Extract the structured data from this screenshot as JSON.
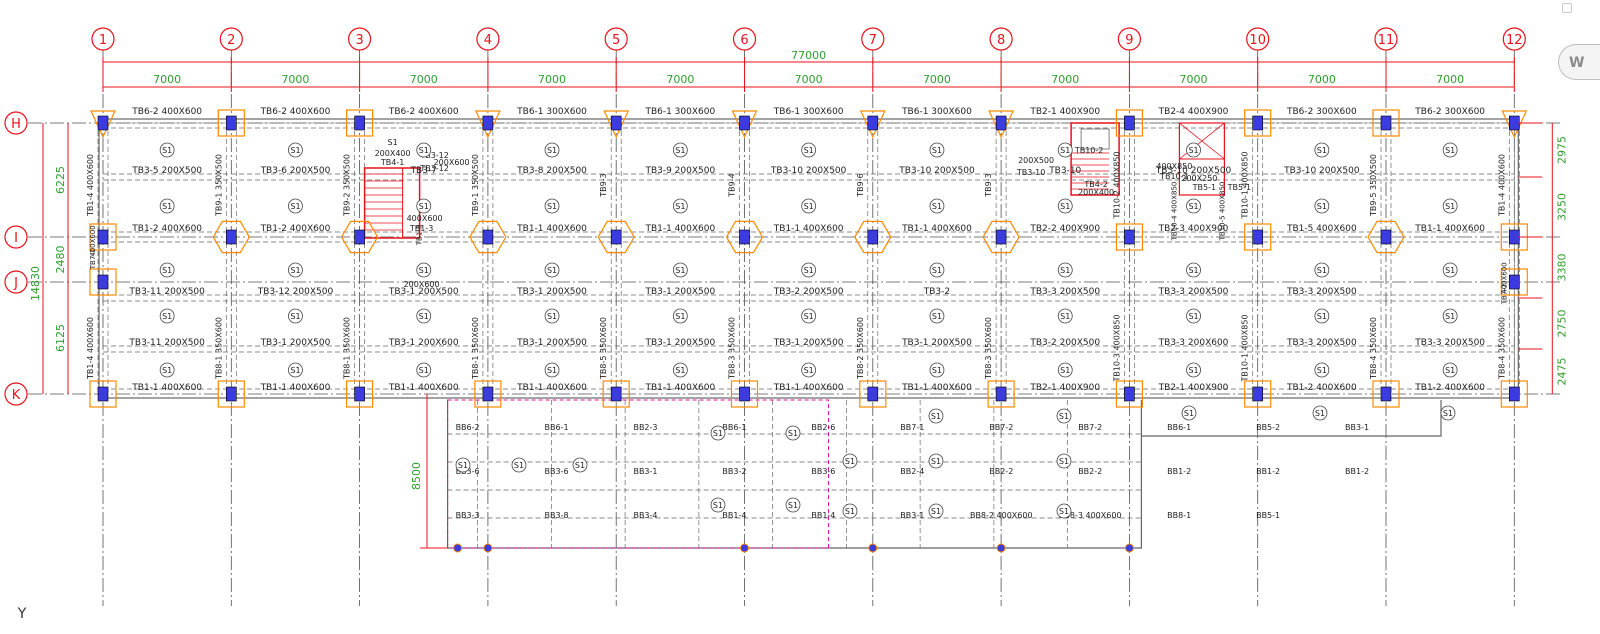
{
  "colors": {
    "background": "#ffffff",
    "grid_bubble": "#e8121b",
    "grid_line": "#505050",
    "dimension_line": "#e8121b",
    "dimension_text": "#2e9e2e",
    "beam_line": "#666666",
    "label_text": "#222222",
    "column_fill": "#3b3be0",
    "column_cap": "#ff8a00",
    "stair": "#e8121b",
    "opening_dashed": "#e0129a"
  },
  "axes": {
    "columns": [
      "1",
      "2",
      "3",
      "4",
      "5",
      "6",
      "7",
      "8",
      "9",
      "10",
      "11",
      "12"
    ],
    "rows": [
      "H",
      "I",
      "J",
      "K"
    ]
  },
  "dimensions": {
    "total_top": "77000",
    "bays_top": [
      "7000",
      "7000",
      "7000",
      "7000",
      "7000",
      "7000",
      "7000",
      "7000",
      "7000",
      "7000",
      "7000"
    ],
    "left_outer": "14830",
    "left_inner": [
      "6225",
      "2480",
      "6125"
    ],
    "right_segments": [
      "2975",
      "3250",
      "3380",
      "2750",
      "2475"
    ],
    "bottom_left": "8500"
  },
  "row_H_labels": [
    "TB6-2 400X600",
    "TB6-2 400X600",
    "TB6-2 400X600",
    "TB6-1 300X600",
    "TB6-1 300X600",
    "TB6-1 300X600",
    "TB6-1 300X600",
    "TB2-1 400X900",
    "TB2-4 400X900",
    "TB6-2 300X600",
    "TB6-2 300X600"
  ],
  "row_I_labels": [
    "TB1-2 400X600",
    "TB1-2 400X600",
    "TB1-1 400X600",
    "TB1-1 400X600",
    "TB1-1 400X600",
    "TB1-1 400X600",
    "TB2-2 400X900",
    "TB2-3 400X900",
    "TB1-5 400X600",
    "TB1-1 400X600"
  ],
  "row_K_labels": [
    "TB1-1 400X600",
    "TB1-1 400X600",
    "TB1-1 400X600",
    "TB1-1 400X600",
    "TB1-1 400X600",
    "TB1-1 400X600",
    "TB1-1 400X600",
    "TB2-1 400X900",
    "TB2-1 400X900",
    "TB1-2 400X600",
    "TB1-2 400X600"
  ],
  "secondary_HI_labels": [
    "TB3-5 200X500",
    "TB3-6 200X500",
    "TB3-7",
    "TB3-8 200X500",
    "TB3-9 200X500",
    "TB3-10 200X500",
    "TB3-10 200X500",
    "TB3-10",
    "TB3-10 200X500",
    "TB3-10 200X500"
  ],
  "secondary_JK_upper_labels": [
    "TB3-11 200X500",
    "TB3-12 200X500",
    "TB3-1 200X500",
    "TB3-1 200X500",
    "TB3-1 200X500",
    "TB3-2 200X500",
    "TB3-2",
    "TB3-3 200X500",
    "TB3-3 200X500",
    "TB3-3 200X500"
  ],
  "secondary_JK_lower_labels": [
    "TB3-11 200X500",
    "TB3-1 200X500",
    "TB3-1 200X600",
    "TB3-1 200X500",
    "TB3-1 200X500",
    "TB3-1 200X500",
    "TB3-1 200X500",
    "TB3-2 200X500",
    "TB3-3 200X600",
    "TB3-3 200X500",
    "TB3-3 200X500"
  ],
  "vertical_beam_labels": [
    "TB1-4 400X600",
    "TB9-1 350X500",
    "TB9-2 350X500",
    "TB9-1 350X500",
    "TB9-3",
    "TB9-4",
    "TB9-6",
    "TB9-3",
    "TB10-2 400X850",
    "TB10-1 400X850",
    "TB9-5 350X500",
    "TB1-4 400X600",
    "TB1-4 400X600",
    "TB8-1 350X600",
    "TB8-1 350X600",
    "TB8-1 350X600",
    "TB8-5 350X600",
    "TB8-3 350X600",
    "TB8-2 350X600",
    "TB8-3 350X600",
    "TB10-3 400X850",
    "TB10-1 400X850",
    "TB8-4 350X600",
    "TB8-4 350X600"
  ],
  "slab_label": "S1",
  "stair_labels": [
    "S1",
    "200X400",
    "TB4-1",
    "TB3-12",
    "TB3-12",
    "200X600",
    "400X600",
    "TB1-3",
    "200X600"
  ],
  "core_labels": [
    "200X500",
    "TB10-2",
    "200X400",
    "TB4-2",
    "200X250",
    "TB5-1",
    "TB5-1",
    "TB10-1",
    "400X850",
    "TB3-10"
  ],
  "annex_labels": [
    "BB6-2",
    "BB6-1",
    "BB2-3",
    "BB6-1",
    "BB2-6",
    "BB7-1",
    "BB7-2",
    "BB7-2",
    "BB6-1",
    "BB5-2",
    "BB3-1",
    "BB3-6",
    "BB3-6",
    "BB3-1",
    "BB3-2",
    "BB3-6",
    "BB2-4",
    "BB2-2",
    "BB2-2",
    "BB1-2",
    "BB1-2",
    "BB1-2",
    "BB3-3",
    "BB3-8",
    "BB3-4",
    "BB1-4",
    "BB1-4",
    "BB3-1",
    "BB8-2 400X600",
    "BB8-3 400X600",
    "BB8-1",
    "BB5-1"
  ],
  "extra_labels": [
    "400X600",
    "TB7-1",
    "400X600",
    "TB7-2",
    "TB1-3",
    "TB10-4 400X850",
    "TB10-5 400X850"
  ],
  "coordinate_label": "Y",
  "viewcube": {
    "label": "W"
  }
}
